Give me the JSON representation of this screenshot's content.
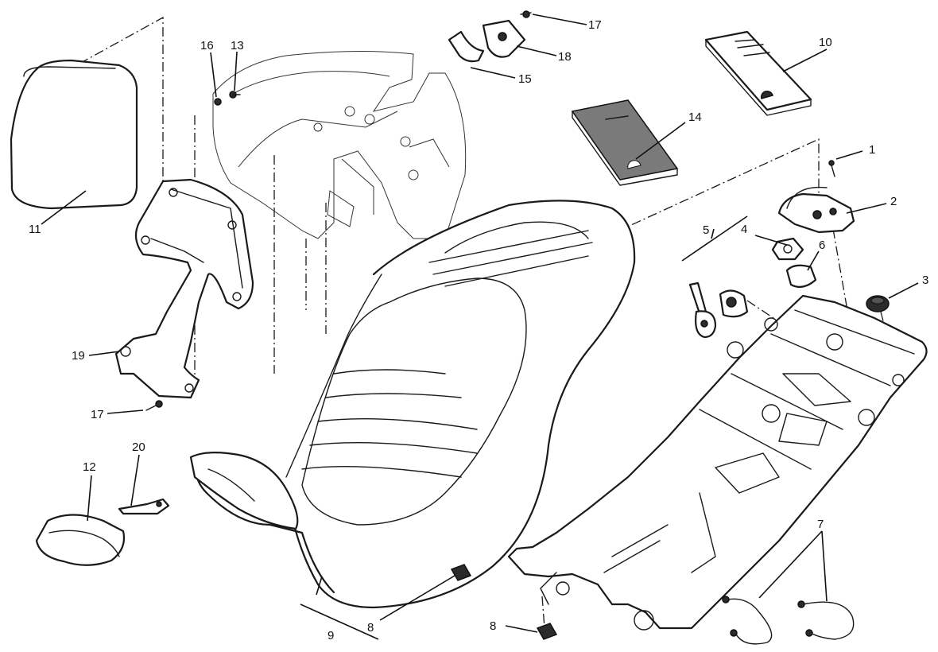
{
  "callouts": [
    {
      "id": "c1",
      "text": "1"
    },
    {
      "id": "c2",
      "text": "2"
    },
    {
      "id": "c3",
      "text": "3"
    },
    {
      "id": "c4",
      "text": "4"
    },
    {
      "id": "c5",
      "text": "5"
    },
    {
      "id": "c6",
      "text": "6"
    },
    {
      "id": "c7",
      "text": "7"
    },
    {
      "id": "c8a",
      "text": "8"
    },
    {
      "id": "c8b",
      "text": "8"
    },
    {
      "id": "c9",
      "text": "9"
    },
    {
      "id": "c10",
      "text": "10"
    },
    {
      "id": "c11",
      "text": "11"
    },
    {
      "id": "c12",
      "text": "12"
    },
    {
      "id": "c13",
      "text": "13"
    },
    {
      "id": "c14",
      "text": "14"
    },
    {
      "id": "c15",
      "text": "15"
    },
    {
      "id": "c16",
      "text": "16"
    },
    {
      "id": "c17a",
      "text": "17"
    },
    {
      "id": "c17b",
      "text": "17"
    },
    {
      "id": "c18",
      "text": "18"
    },
    {
      "id": "c19",
      "text": "19"
    },
    {
      "id": "c20",
      "text": "20"
    }
  ]
}
